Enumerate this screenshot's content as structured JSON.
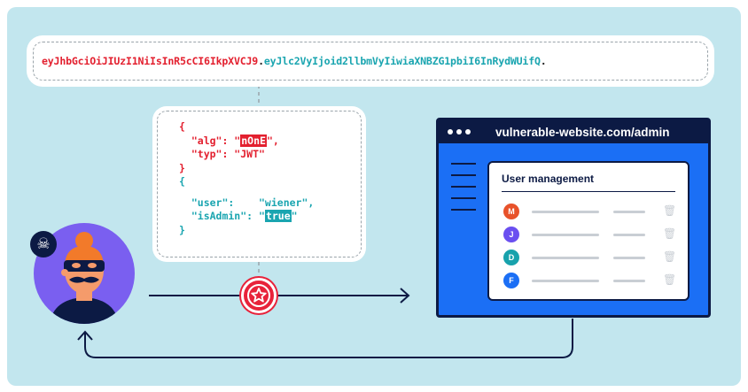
{
  "token": {
    "header_part": "eyJhbGciOiJIUzI1NiIsInR5cCI6IkpXVCJ9",
    "dot1": ".",
    "payload_part": "eyJlc2VyIjoid2llbmVyIiwiaXNBZG1pbiI6InRydWUifQ",
    "dot2": "."
  },
  "json_header": {
    "open": "{",
    "alg_key": "  \"alg\": \"",
    "alg_value": "nOnE",
    "alg_tail": "\",",
    "typ_line": "  \"typ\": \"JWT\"",
    "close": "}"
  },
  "json_payload": {
    "open": "{",
    "user_line": "  \"user\":    \"wiener\",",
    "admin_key": "  \"isAdmin\": \"",
    "admin_value": "true",
    "admin_tail": "\"",
    "close": "}"
  },
  "browser": {
    "url": "vulnerable-website.com/admin",
    "card_title": "User management",
    "users": [
      {
        "initial": "M",
        "color": "#e8522a"
      },
      {
        "initial": "J",
        "color": "#6a4ff0"
      },
      {
        "initial": "D",
        "color": "#17a2ac"
      },
      {
        "initial": "F",
        "color": "#1b6ff5"
      }
    ]
  },
  "icons": {
    "attacker_badge": "skull-crossbones-icon",
    "signature_node": "star-icon",
    "trash": "trash-icon"
  },
  "colors": {
    "background": "#c2e6ee",
    "red": "#e3202f",
    "teal": "#1aa5b0",
    "navy": "#0c1a44",
    "blue": "#1b6ff5",
    "purple": "#7a5ff0"
  }
}
